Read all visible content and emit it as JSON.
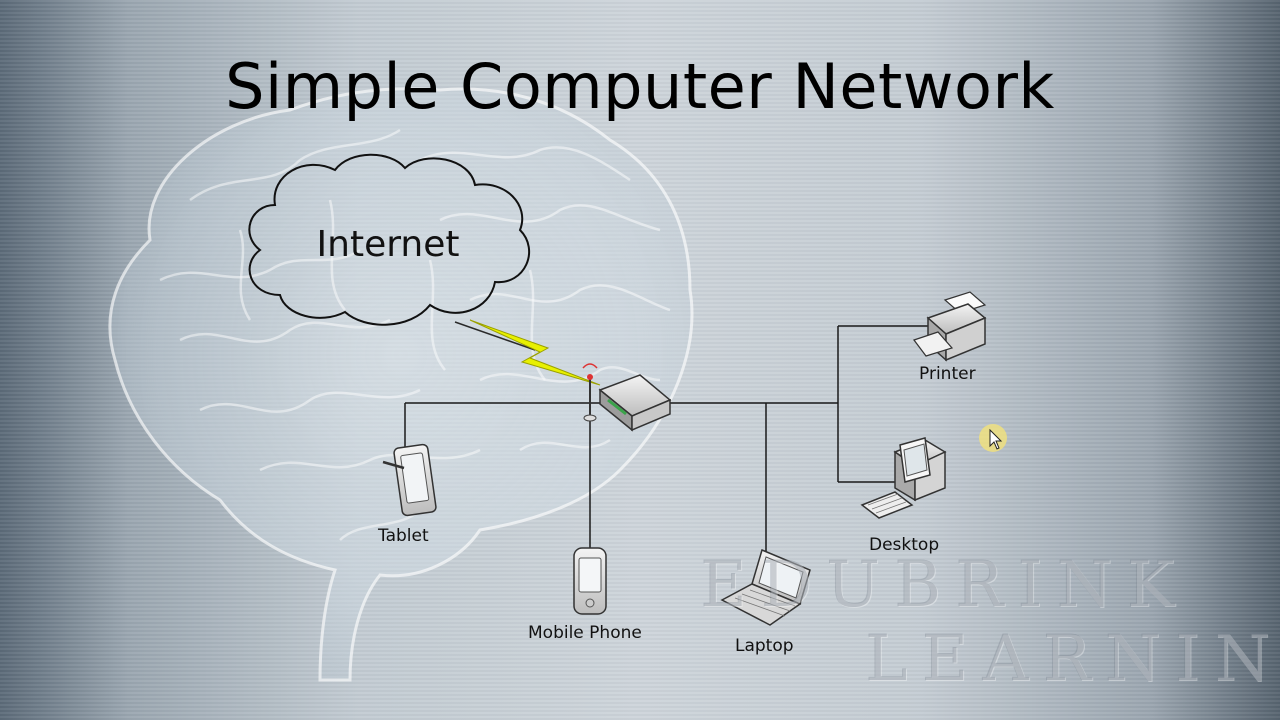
{
  "slide": {
    "title": "Simple Computer Network",
    "cloud_label": "Internet"
  },
  "devices": {
    "printer": "Printer",
    "desktop": "Desktop",
    "tablet": "Tablet",
    "mobile_phone": "Mobile Phone",
    "laptop": "Laptop"
  },
  "watermark": {
    "line1": "EDUBRINK",
    "line2": "LEARNING"
  },
  "icons": [
    "router-icon",
    "printer-icon",
    "desktop-icon",
    "tablet-icon",
    "mobile-phone-icon",
    "laptop-icon",
    "cloud-icon",
    "lightning-bolt-icon",
    "brain-image",
    "mouse-cursor-icon"
  ],
  "colors": {
    "lightning": "#e8f000",
    "line": "#1a1a1a",
    "brain_fill": "#d9e4ec"
  }
}
